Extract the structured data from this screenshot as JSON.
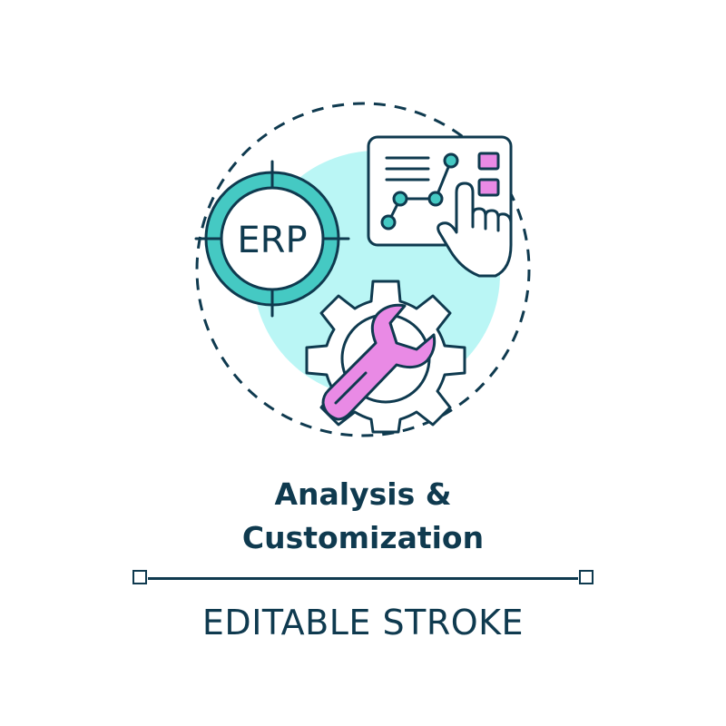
{
  "icon": {
    "badge_text": "ERP",
    "icons": [
      "erp-target-icon",
      "analytics-dashboard-icon",
      "pointing-hand-icon",
      "gear-icon",
      "wrench-icon"
    ]
  },
  "colors": {
    "stroke": "#0f3a4f",
    "cyan_fill": "#baf6f5",
    "teal_ring": "#45c9c3",
    "pink": "#e98ae5"
  },
  "title": {
    "line1": "Analysis &",
    "line2": "Customization"
  },
  "subtitle": "EDITABLE STROKE"
}
